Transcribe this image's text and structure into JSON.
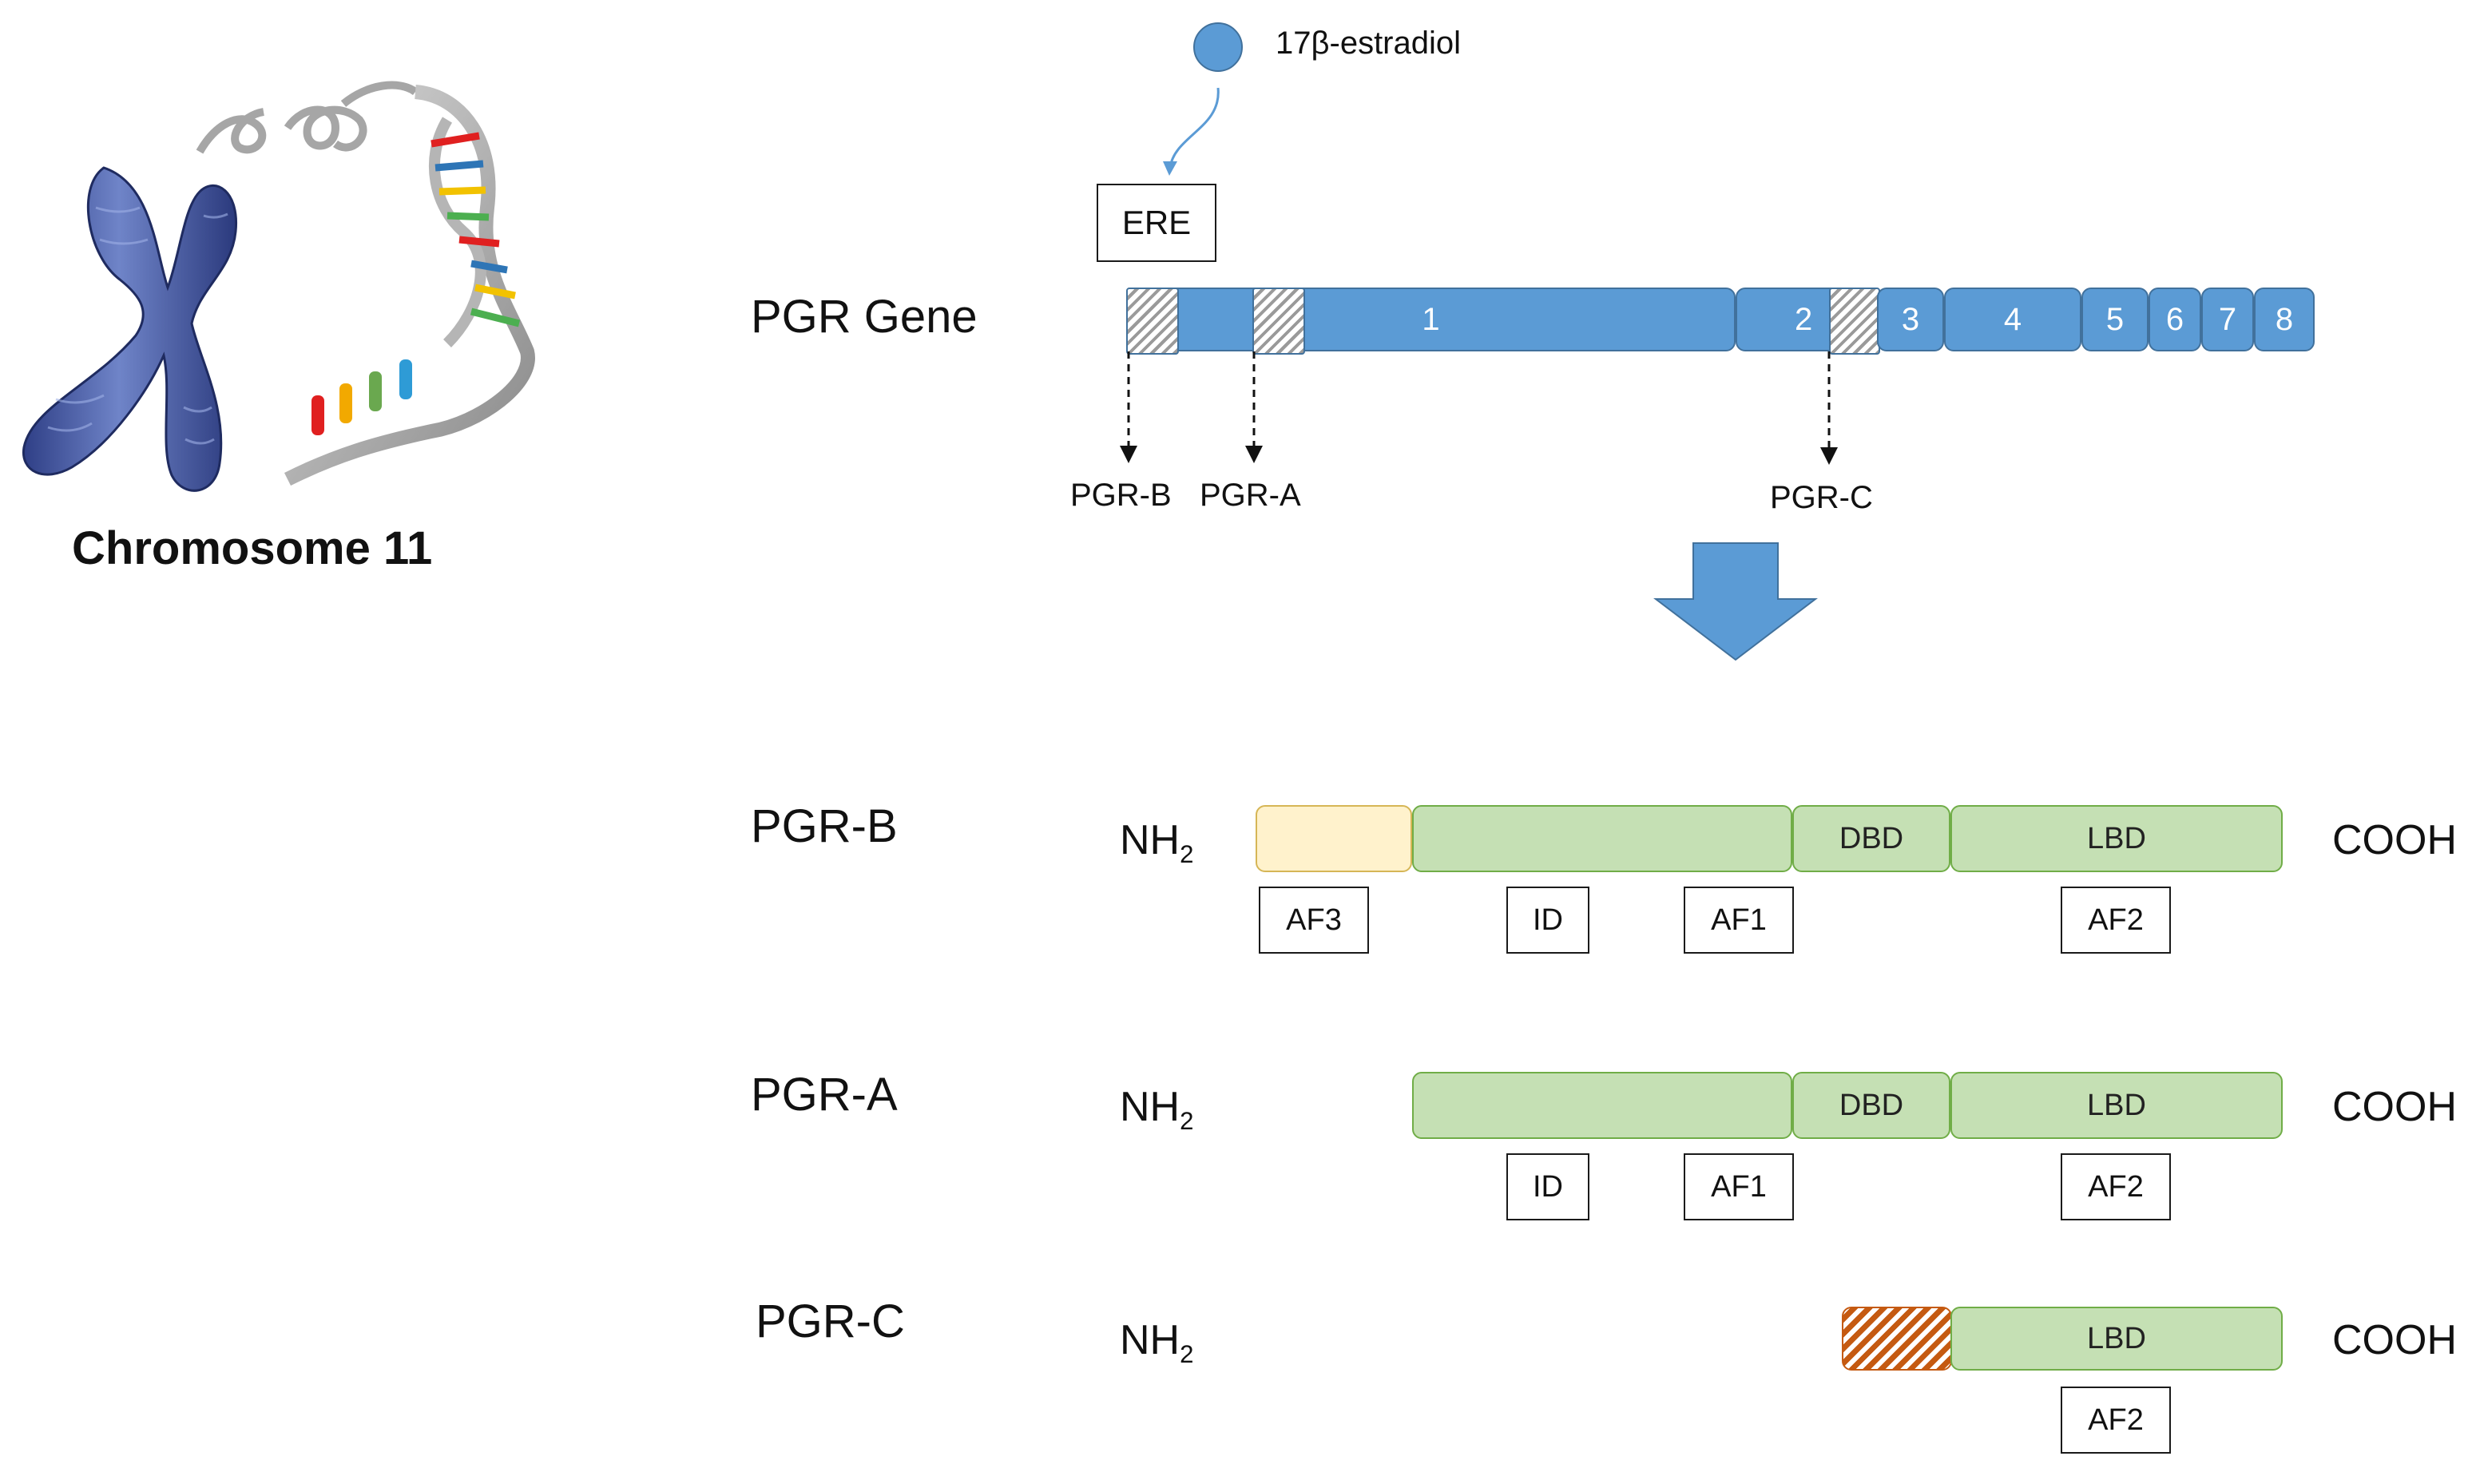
{
  "chromosome": {
    "label": "Chromosome 11"
  },
  "estradiol": {
    "label": "17β-estradiol",
    "color": "#5b9bd5"
  },
  "ere": {
    "label": "ERE"
  },
  "gene": {
    "title": "PGR Gene",
    "exons": [
      "1",
      "2",
      "3",
      "4",
      "5",
      "6",
      "7",
      "8"
    ],
    "promoters": [
      "PGR-B",
      "PGR-A",
      "PGR-C"
    ]
  },
  "proteins": [
    {
      "name": "PGR-B",
      "nh": "NH",
      "nh_sub": "2",
      "cooh": "COOH",
      "domains": [
        "DBD",
        "LBD"
      ],
      "boxes": [
        "AF3",
        "ID",
        "AF1",
        "AF2"
      ]
    },
    {
      "name": "PGR-A",
      "nh": "NH",
      "nh_sub": "2",
      "cooh": "COOH",
      "domains": [
        "DBD",
        "LBD"
      ],
      "boxes": [
        "ID",
        "AF1",
        "AF2"
      ]
    },
    {
      "name": "PGR-C",
      "nh": "NH",
      "nh_sub": "2",
      "cooh": "COOH",
      "domains": [
        "LBD"
      ],
      "boxes": [
        "AF2"
      ]
    }
  ],
  "colors": {
    "exon": "#5b9bd5",
    "domain_green": "#c5e0b4",
    "af3_yellow": "#fff2cc",
    "pgrc_orange": "#c55a11"
  }
}
